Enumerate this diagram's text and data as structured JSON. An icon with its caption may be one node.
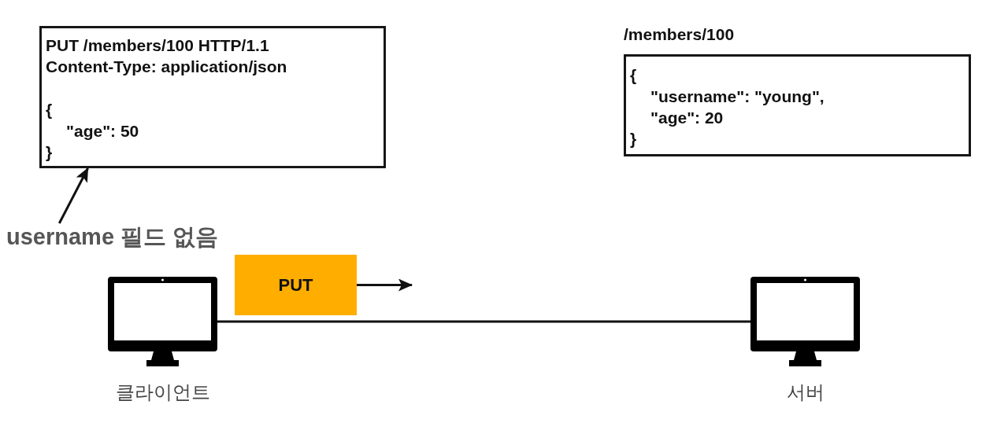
{
  "diagram": {
    "nodes": [
      {
        "text": [
          "PUT /members/100 HTTP/1.1",
          "Content-Type: application/json",
          "{",
          "\"age\": 50",
          "}"
        ]
      },
      {
        "text": [
          "/members/100",
          "{",
          "\"username\": \"young\",",
          "\"age\": 20",
          "}"
        ]
      },
      {
        "text": [
          "username 필드 없음"
        ]
      },
      {
        "text": [
          "클라이언트"
        ]
      },
      {
        "text": [
          "서버"
        ]
      },
      {
        "text": [
          "PUT"
        ]
      }
    ],
    "edges": [
      {
        "from": 2,
        "to": 0,
        "arrow": "to"
      },
      {
        "from": 3,
        "to": 4,
        "arrow": "none"
      },
      {
        "from": 5,
        "to": null,
        "arrow": "to"
      }
    ]
  }
}
